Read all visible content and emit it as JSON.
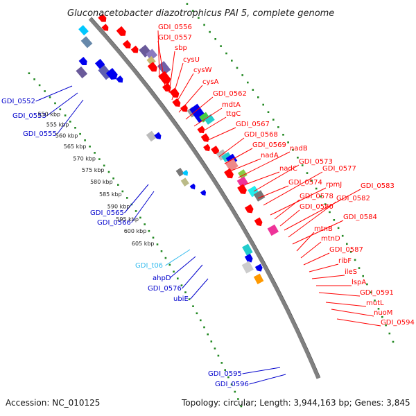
{
  "title": "Gluconacetobacter diazotrophicus PAI 5, complete genome",
  "footer": {
    "accession": "Accession: NC_010125",
    "topology": "Topology: circular; Length: 3,944,163 bp; Genes: 3,845"
  },
  "colors": {
    "backbone": "#808080",
    "forward": "#ff0000",
    "reverse": "#0000ee",
    "trna": "#33bbee",
    "ticks": "#228822"
  },
  "scale_labels": [
    "550 kbp",
    "555 kbp",
    "560 kbp",
    "565 kbp",
    "570 kbp",
    "575 kbp",
    "580 kbp",
    "585 kbp",
    "590 kbp",
    "595 kbp",
    "600 kbp",
    "605 kbp"
  ],
  "forward_genes": [
    "GDI_0556",
    "GDI_0557",
    "sbp",
    "cysU",
    "cysW",
    "cysA",
    "GDI_0562",
    "mdtA",
    "ttgC",
    "GDI_0567",
    "GDI_0568",
    "GDI_0569",
    "nadA",
    "nadB",
    "nadC",
    "GDI_0573",
    "GDI_0574",
    "GDI_0577",
    "rpmJ",
    "GDI_0578",
    "GDI_0580",
    "GDI_0583",
    "GDI_0582",
    "GDI_0584",
    "mtnB",
    "mtnD",
    "GDI_0587",
    "ribF",
    "ileS",
    "lspA",
    "GDI_0591",
    "mutL",
    "nuoM",
    "GDI_0594"
  ],
  "reverse_genes": [
    "GDI_0552",
    "GDI_0553",
    "GDI_0555",
    "GDI_0565",
    "GDI_0566",
    "GDI_t06",
    "ahpD",
    "GDI_0576",
    "ubiE",
    "GDI_0595",
    "GDI_0596"
  ]
}
